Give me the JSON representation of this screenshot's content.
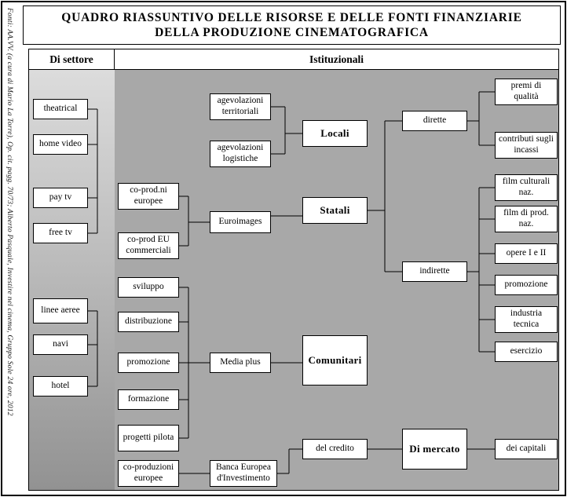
{
  "title": {
    "line1": "QUADRO RIASSUNTIVO DELLE RISORSE E DELLE FONTI FINANZIARIE",
    "line2": "DELLA PRODUZIONE CINEMATOGRAFICA"
  },
  "source_caption": "Fonti: AA.VV. (a cura di Mario La Torre), Op. cit. pagg. 70/73; Alberto Pasquale, Investire nel cinema, Gruppo Sole 24 ore, 2012",
  "headers": {
    "sector": "Di settore",
    "institutional": "Istituzionali"
  },
  "nodes": {
    "theatrical": "theatrical",
    "home_video": "home video",
    "pay_tv": "pay tv",
    "free_tv": "free tv",
    "linee_aeree": "linee aeree",
    "navi": "navi",
    "hotel": "hotel",
    "co_prod_ni_europee": "co-prod.ni europee",
    "co_prod_eu_commerciali": "co-prod EU commerciali",
    "sviluppo": "sviluppo",
    "distribuzione": "distribuzione",
    "promozione_media": "promozione",
    "formazione": "formazione",
    "progetti_pilota": "progetti pilota",
    "co_produzioni_europee": "co-produzioni europee",
    "agevolazioni_territoriali": "agevolazioni territoriali",
    "agevolazioni_logistiche": "agevolazioni logistiche",
    "euroimages": "Euroimages",
    "media_plus": "Media plus",
    "banca_europea": "Banca Europea d'Investimento",
    "locali": "Locali",
    "statali": "Statali",
    "comunitari": "Comunitari",
    "del_credito": "del credito",
    "dirette": "dirette",
    "indirette": "indirette",
    "di_mercato": "Di mercato",
    "premi_di_qualita": "premi di qualità",
    "contributi_sugli_incassi": "contributi sugli incassi",
    "film_culturali_naz": "film culturali naz.",
    "film_di_prod_naz": "film di prod. naz.",
    "opere_i_e_ii": "opere  I e II",
    "promozione_statale": "promozione",
    "industria_tecnica": "industria tecnica",
    "esercizio": "esercizio",
    "dei_capitali": "dei capitali"
  },
  "edges": [
    {
      "type": "bracket",
      "group": [
        "theatrical",
        "home video",
        "pay tv",
        "free tv"
      ]
    },
    {
      "type": "bracket",
      "group": [
        "linee aeree",
        "navi",
        "hotel"
      ]
    },
    {
      "from": [
        "agevolazioni territoriali",
        "agevolazioni logistiche"
      ],
      "to": "Locali"
    },
    {
      "from": [
        "co-prod.ni europee",
        "co-prod EU commerciali"
      ],
      "to": "Euroimages"
    },
    {
      "from": "Euroimages",
      "to": "Statali"
    },
    {
      "from": "Statali",
      "to": [
        "dirette",
        "indirette"
      ]
    },
    {
      "from": "dirette",
      "to": [
        "premi di qualità",
        "contributi sugli incassi"
      ]
    },
    {
      "from": "indirette",
      "to": [
        "film culturali naz.",
        "film di prod. naz.",
        "opere  I e II",
        "promozione",
        "industria tecnica",
        "esercizio"
      ]
    },
    {
      "from": [
        "sviluppo",
        "distribuzione",
        "promozione",
        "formazione",
        "progetti pilota"
      ],
      "to": "Media plus"
    },
    {
      "from": "Media plus",
      "to": "Comunitari"
    },
    {
      "from": "co-produzioni europee",
      "to": "Banca Europea d'Investimento"
    },
    {
      "from": "Banca Europea d'Investimento",
      "to": "del credito"
    },
    {
      "from": "del credito",
      "to": "Di mercato"
    },
    {
      "from": "Di mercato",
      "to": "dei capitali"
    }
  ],
  "colors": {
    "main_area": "#a8a8a8",
    "sector_column_top": "#dcdcdc",
    "sector_column_bottom": "#929292",
    "box_background": "#ffffff",
    "line": "#000000"
  }
}
